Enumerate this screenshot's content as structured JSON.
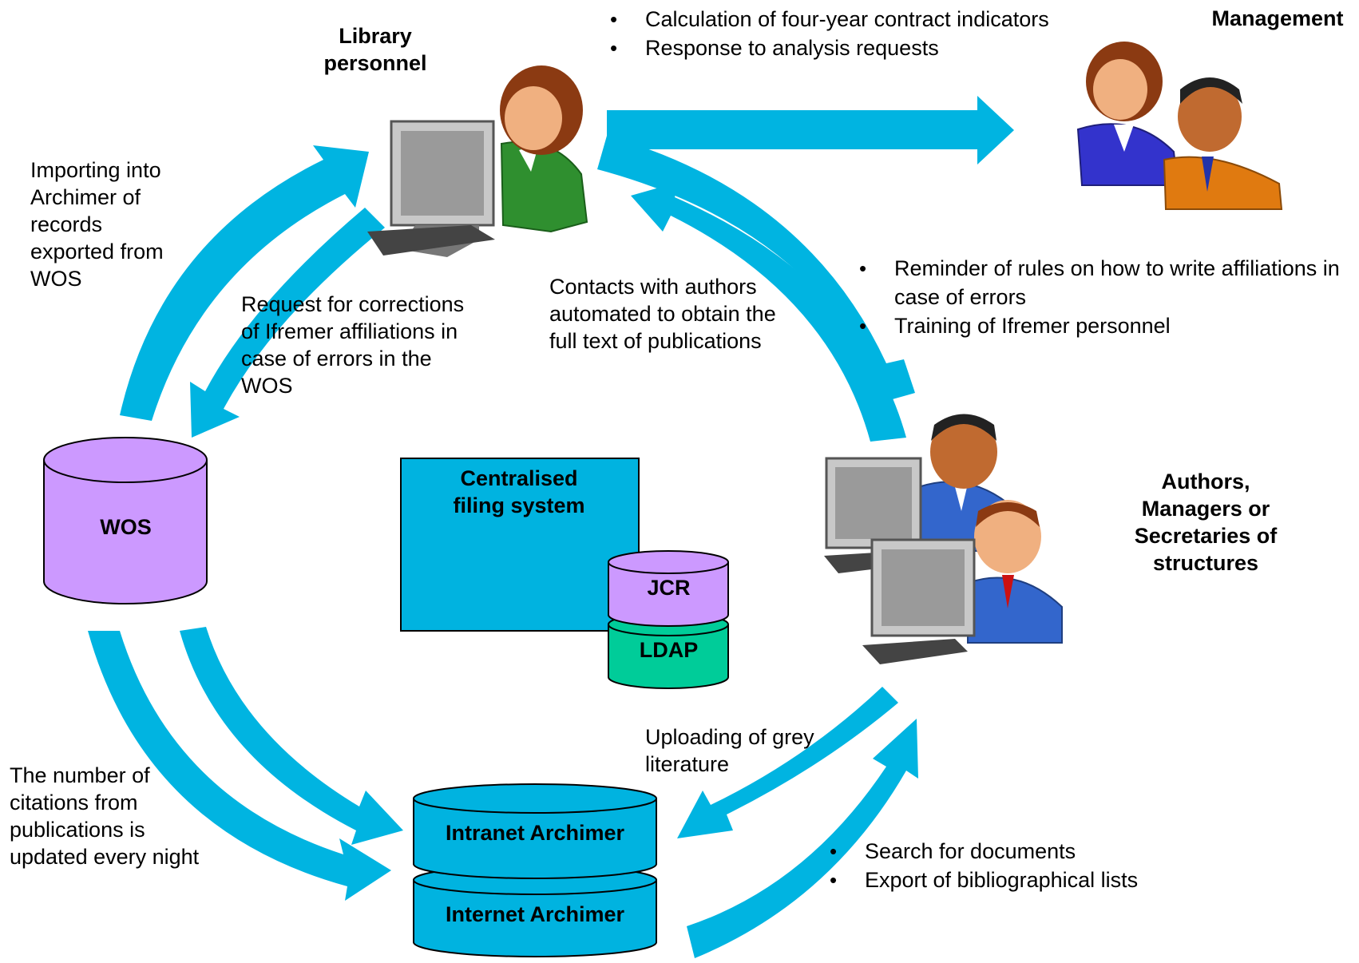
{
  "actors": {
    "library": "Library personnel",
    "management": "Management",
    "authors": "Authors, Managers or Secretaries of structures"
  },
  "systems": {
    "wos": "WOS",
    "central": "Centralised filing system",
    "jcr": "JCR",
    "ldap": "LDAP",
    "intranet": "Intranet Archimer",
    "internet": "Internet Archimer"
  },
  "notes": {
    "management_bullets": [
      "Calculation of four-year contract indicators",
      "Response to analysis requests"
    ],
    "importing": "Importing into Archimer of records exported from WOS",
    "request": "Request for corrections of Ifremer affiliations in case of errors in the WOS",
    "contacts": "Contacts with authors automated to obtain the full text of publications",
    "reminder_bullets": [
      "Reminder of rules on how to write affiliations in case of errors",
      "Training of Ifremer personnel"
    ],
    "uploading": "Uploading of grey literature",
    "citations": "The number of citations from publications is updated every night",
    "search_bullets": [
      "Search for documents",
      "Export of bibliographical lists"
    ]
  },
  "colors": {
    "arrow": "#00b4e1",
    "box": "#00b3e0",
    "wos": "#cc99ff",
    "jcr": "#cc99ff",
    "ldap": "#00cc99"
  },
  "icons": [
    "library-person-at-computer-icon",
    "management-people-icon",
    "authors-people-at-computers-icon"
  ]
}
